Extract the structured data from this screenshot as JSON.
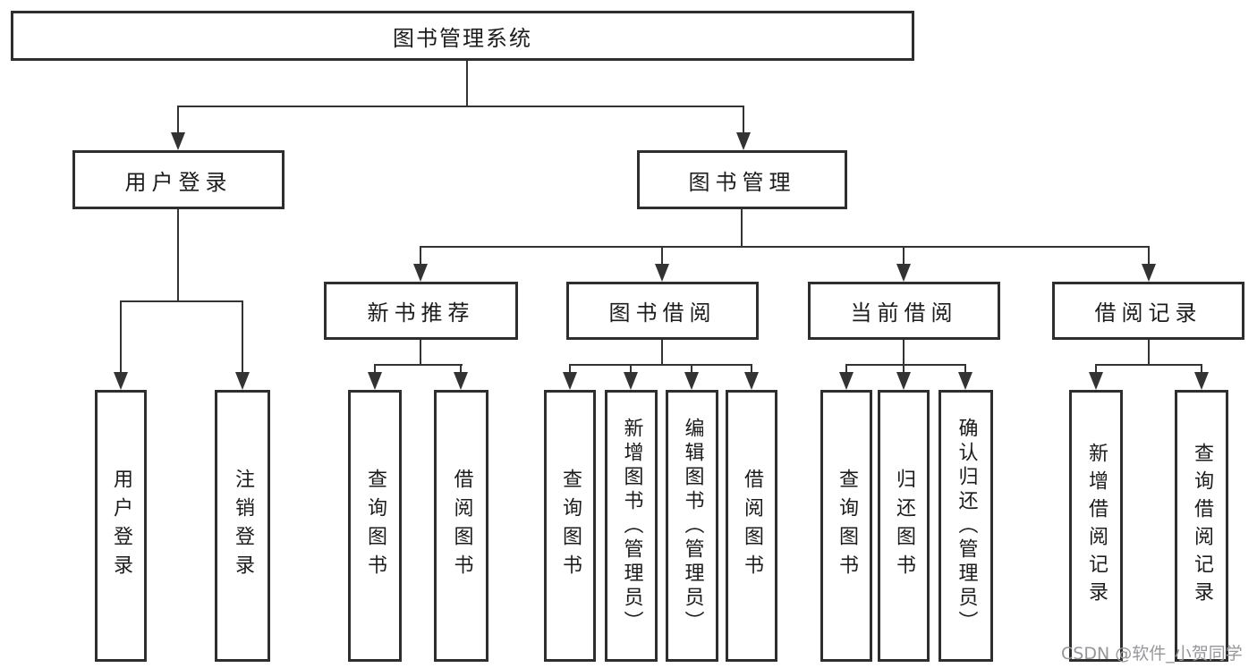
{
  "diagram": {
    "root": "图书管理系统",
    "branches": {
      "user_login": {
        "label": "用户登录",
        "children": [
          "用户登录",
          "注销登录"
        ]
      },
      "book_mgmt": {
        "label": "图书管理",
        "sections": [
          {
            "label": "新书推荐",
            "children": [
              "查询图书",
              "借阅图书"
            ]
          },
          {
            "label": "图书借阅",
            "children": [
              "查询图书",
              "新增图书（管理员）",
              "编辑图书（管理员）",
              "借阅图书"
            ]
          },
          {
            "label": "当前借阅",
            "children": [
              "查询图书",
              "归还图书",
              "确认归还（管理员）"
            ]
          },
          {
            "label": "借阅记录",
            "children": [
              "新增借阅记录",
              "查询借阅记录"
            ]
          }
        ]
      }
    }
  },
  "watermark": "CSDN @软件_小贺同学",
  "colors": {
    "line": "#333333",
    "box_border": "#2e2e2e",
    "text": "#1c1c1c",
    "watermark": "#97979b",
    "background": "#ffffff"
  }
}
